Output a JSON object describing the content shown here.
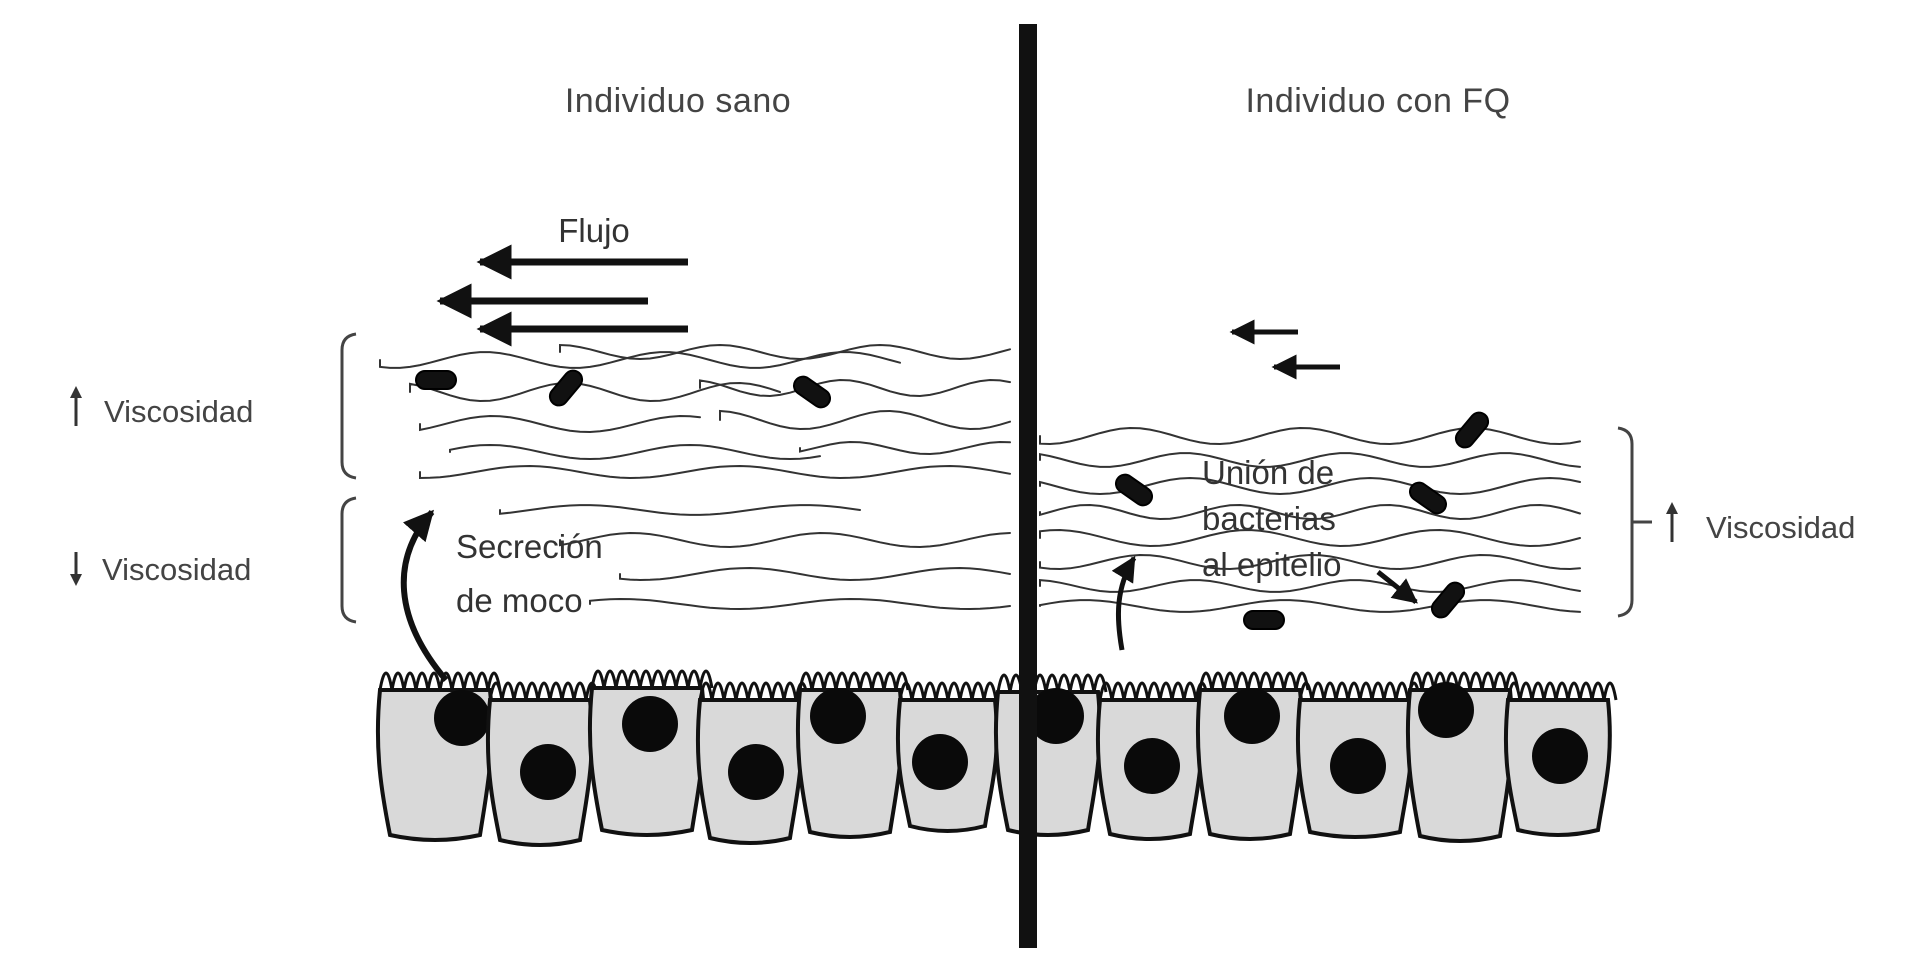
{
  "left_panel": {
    "title": "Individuo sano",
    "flow_label": "Flujo",
    "upper_viscosity": "Viscosidad",
    "upper_viscosity_direction": "up",
    "lower_viscosity": "Viscosidad",
    "lower_viscosity_direction": "down",
    "secretion_line1": "Secreción",
    "secretion_line2": "de moco"
  },
  "right_panel": {
    "title": "Individuo con FQ",
    "binding_line1": "Unión de",
    "binding_line2": "bacterias",
    "binding_line3": "al epitelio",
    "viscosity": "Viscosidad",
    "viscosity_direction": "up"
  },
  "colors": {
    "ink": "#111111",
    "cell_fill": "#d9d9d9",
    "mucus_line": "#333333",
    "text": "#444444"
  },
  "icons": [
    "flow-arrow-icon",
    "bacterium-icon",
    "nucleus-icon",
    "secretion-arrow-icon"
  ]
}
